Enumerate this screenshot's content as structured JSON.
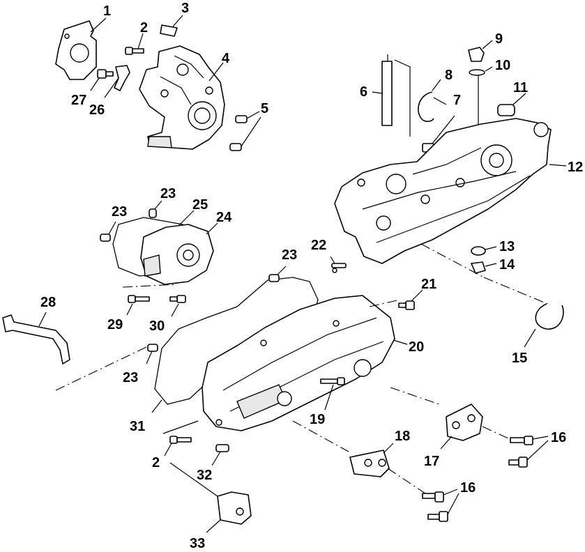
{
  "diagram": {
    "callouts": [
      {
        "id": "c1",
        "text": "1"
      },
      {
        "id": "c2a",
        "text": "2"
      },
      {
        "id": "c3",
        "text": "3"
      },
      {
        "id": "c4",
        "text": "4"
      },
      {
        "id": "c5",
        "text": "5"
      },
      {
        "id": "c6",
        "text": "6"
      },
      {
        "id": "c7",
        "text": "7"
      },
      {
        "id": "c8",
        "text": "8"
      },
      {
        "id": "c9",
        "text": "9"
      },
      {
        "id": "c10",
        "text": "10"
      },
      {
        "id": "c11",
        "text": "11"
      },
      {
        "id": "c12",
        "text": "12"
      },
      {
        "id": "c13",
        "text": "13"
      },
      {
        "id": "c14",
        "text": "14"
      },
      {
        "id": "c15",
        "text": "15"
      },
      {
        "id": "c16a",
        "text": "16"
      },
      {
        "id": "c16b",
        "text": "16"
      },
      {
        "id": "c17",
        "text": "17"
      },
      {
        "id": "c18",
        "text": "18"
      },
      {
        "id": "c19",
        "text": "19"
      },
      {
        "id": "c20",
        "text": "20"
      },
      {
        "id": "c21",
        "text": "21"
      },
      {
        "id": "c22",
        "text": "22"
      },
      {
        "id": "c23a",
        "text": "23"
      },
      {
        "id": "c23b",
        "text": "23"
      },
      {
        "id": "c23c",
        "text": "23"
      },
      {
        "id": "c23d",
        "text": "23"
      },
      {
        "id": "c24",
        "text": "24"
      },
      {
        "id": "c25",
        "text": "25"
      },
      {
        "id": "c26",
        "text": "26"
      },
      {
        "id": "c27",
        "text": "27"
      },
      {
        "id": "c28",
        "text": "28"
      },
      {
        "id": "c29",
        "text": "29"
      },
      {
        "id": "c30",
        "text": "30"
      },
      {
        "id": "c31",
        "text": "31"
      },
      {
        "id": "c2b",
        "text": "2"
      },
      {
        "id": "c32",
        "text": "32"
      },
      {
        "id": "c33",
        "text": "33"
      }
    ]
  }
}
